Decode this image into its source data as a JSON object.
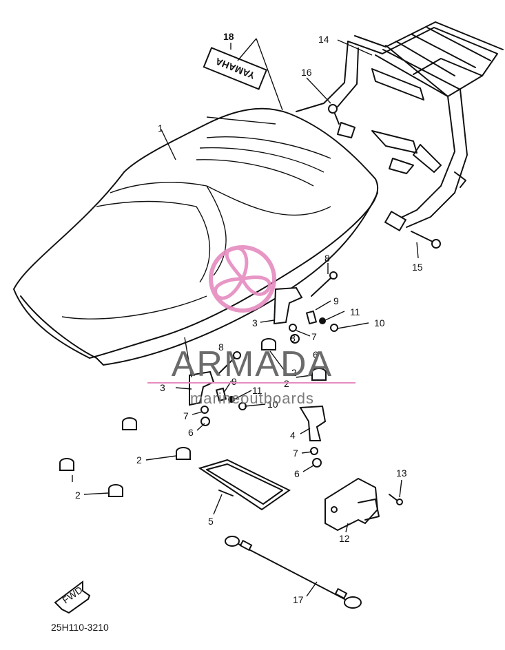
{
  "watermark": {
    "brand": "ARMADA",
    "tagline": "marineoutboards",
    "accent_color": "#e58bbf"
  },
  "diagram": {
    "code": "25H110-3210",
    "emblem_text": "YAMAHA",
    "fwd_text": "FWD",
    "callouts": [
      {
        "id": "c1",
        "label": "1"
      },
      {
        "id": "c2a",
        "label": "2"
      },
      {
        "id": "c2b",
        "label": "2"
      },
      {
        "id": "c2c",
        "label": "2"
      },
      {
        "id": "c2d",
        "label": "2"
      },
      {
        "id": "c3a",
        "label": "3"
      },
      {
        "id": "c3b",
        "label": "3"
      },
      {
        "id": "c4",
        "label": "4"
      },
      {
        "id": "c5",
        "label": "5"
      },
      {
        "id": "c6a",
        "label": "6"
      },
      {
        "id": "c6b",
        "label": "6"
      },
      {
        "id": "c6c",
        "label": "6"
      },
      {
        "id": "c7a",
        "label": "7"
      },
      {
        "id": "c7b",
        "label": "7"
      },
      {
        "id": "c7c",
        "label": "7"
      },
      {
        "id": "c8a",
        "label": "8"
      },
      {
        "id": "c8b",
        "label": "8"
      },
      {
        "id": "c8c",
        "label": "8"
      },
      {
        "id": "c9a",
        "label": "9"
      },
      {
        "id": "c9b",
        "label": "9"
      },
      {
        "id": "c10a",
        "label": "10"
      },
      {
        "id": "c10b",
        "label": "10"
      },
      {
        "id": "c11a",
        "label": "11"
      },
      {
        "id": "c11b",
        "label": "11"
      },
      {
        "id": "c12",
        "label": "12"
      },
      {
        "id": "c13",
        "label": "13"
      },
      {
        "id": "c14",
        "label": "14"
      },
      {
        "id": "c15",
        "label": "15"
      },
      {
        "id": "c16",
        "label": "16"
      },
      {
        "id": "c17",
        "label": "17"
      },
      {
        "id": "c18",
        "label": "18"
      }
    ]
  }
}
